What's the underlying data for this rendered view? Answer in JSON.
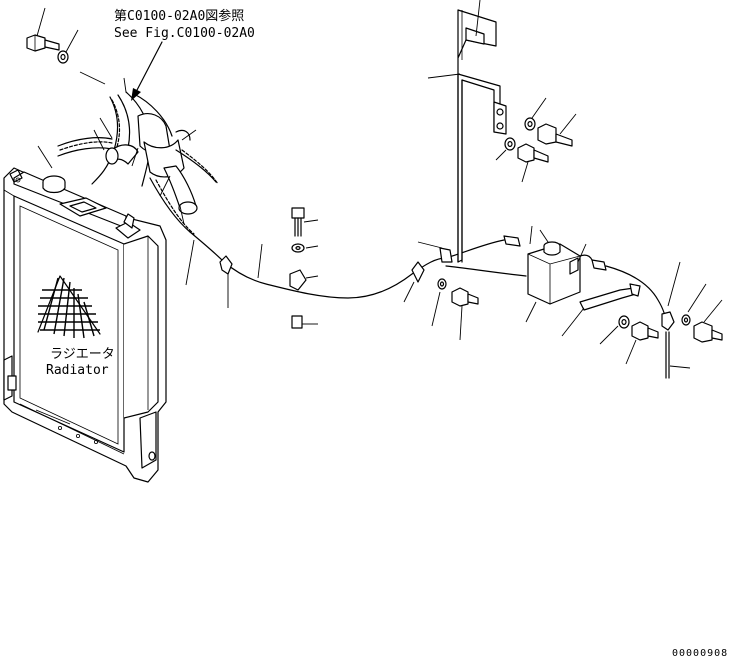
{
  "reference": {
    "line_jp": "第C0100-02A0図参照",
    "line_en": "See Fig.C0100-02A0"
  },
  "radiator": {
    "label_jp": "ラジエータ",
    "label_en": "Radiator"
  },
  "drawing_code": "00000908"
}
